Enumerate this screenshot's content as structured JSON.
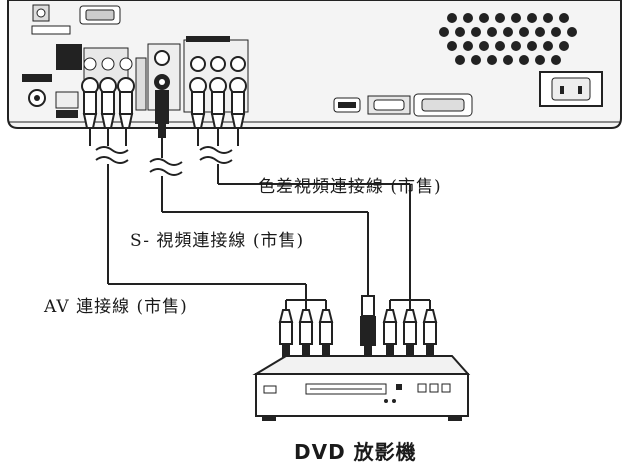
{
  "labels": {
    "component_cable": "色差視頻連接線 (市售)",
    "s_video_cable": "S- 視頻連接線 (市售)",
    "av_cable": "AV 連接線 (市售)",
    "dvd_player": "DVD 放影機"
  },
  "icons": [
    "tv-rear-panel",
    "wave-break-icon",
    "rca-plug-icon",
    "s-video-plug-icon",
    "dvd-player-icon"
  ],
  "colors": {
    "line": "#222222",
    "panel": "#f4f4f4",
    "background": "#ffffff"
  }
}
